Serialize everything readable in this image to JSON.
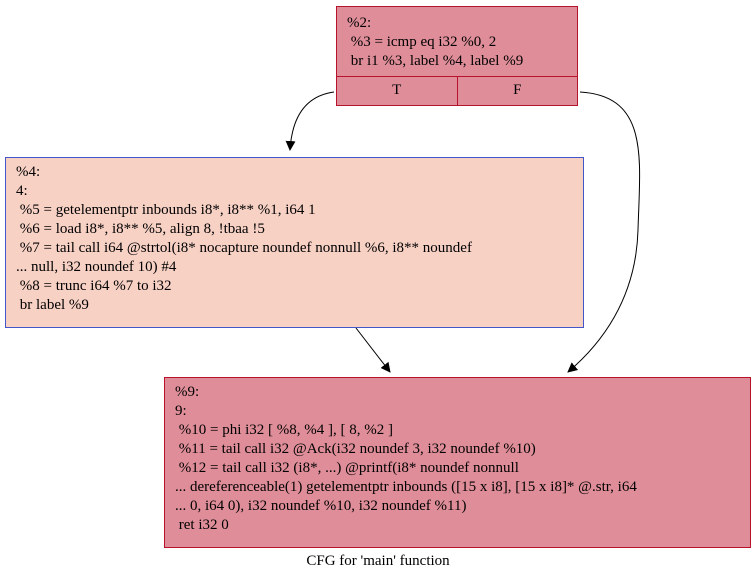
{
  "nodes": {
    "n2": {
      "lines": [
        "%2:",
        " %3 = icmp eq i32 %0, 2",
        " br i1 %3, label %4, label %9"
      ],
      "ports": [
        "T",
        "F"
      ],
      "fill": "#df8e99",
      "border": "#b8132d"
    },
    "n4": {
      "lines": [
        "%4:",
        "4:",
        " %5 = getelementptr inbounds i8*, i8** %1, i64 1",
        " %6 = load i8*, i8** %5, align 8, !tbaa !5",
        " %7 = tail call i64 @strtol(i8* nocapture noundef nonnull %6, i8** noundef",
        "... null, i32 noundef 10) #4",
        " %8 = trunc i64 %7 to i32",
        " br label %9"
      ],
      "fill": "#f8d1c5",
      "border": "#4356c9"
    },
    "n9": {
      "lines": [
        "%9:",
        "9:",
        " %10 = phi i32 [ %8, %4 ], [ 8, %2 ]",
        " %11 = tail call i32 @Ack(i32 noundef 3, i32 noundef %10)",
        " %12 = tail call i32 (i8*, ...) @printf(i8* noundef nonnull",
        "... dereferenceable(1) getelementptr inbounds ([15 x i8], [15 x i8]* @.str, i64",
        "... 0, i64 0), i32 noundef %10, i32 noundef %11)",
        " ret i32 0"
      ],
      "fill": "#df8e99",
      "border": "#b8132d"
    }
  },
  "edges": [
    {
      "from": "%2",
      "port": "T",
      "to": "%4"
    },
    {
      "from": "%2",
      "port": "F",
      "to": "%9"
    },
    {
      "from": "%4",
      "to": "%9"
    }
  ],
  "caption": "CFG for 'main' function"
}
